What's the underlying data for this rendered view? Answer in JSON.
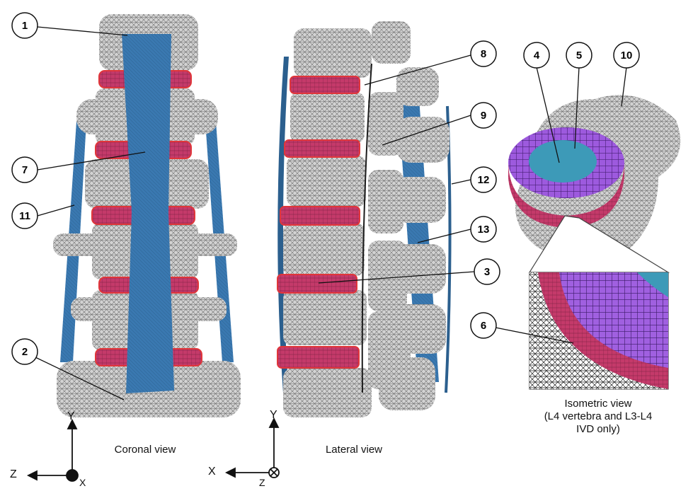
{
  "figure": {
    "views": {
      "coronal": "Coronal view",
      "lateral": "Lateral view",
      "isometric_line1": "Isometric view",
      "isometric_line2": "(L4 vertebra and L3-L4",
      "isometric_line3": "IVD only)"
    },
    "axes_coronal": {
      "vertical": "Y",
      "horizontal": "Z",
      "out_of_plane": "X"
    },
    "axes_lateral": {
      "vertical": "Y",
      "horizontal": "X",
      "out_of_plane": "Z"
    },
    "callouts": [
      "1",
      "2",
      "3",
      "4",
      "5",
      "6",
      "7",
      "8",
      "9",
      "10",
      "11",
      "12",
      "13"
    ],
    "colors": {
      "bone": "#cfcfcf",
      "bone_mesh": "#6b6b6b",
      "disc_annulus": "#c43a6a",
      "disc_outline": "#e0363a",
      "ligament": "#3a78b0",
      "nucleus": "#3d9ab8",
      "annulus_iso": "#9a58d8"
    }
  }
}
